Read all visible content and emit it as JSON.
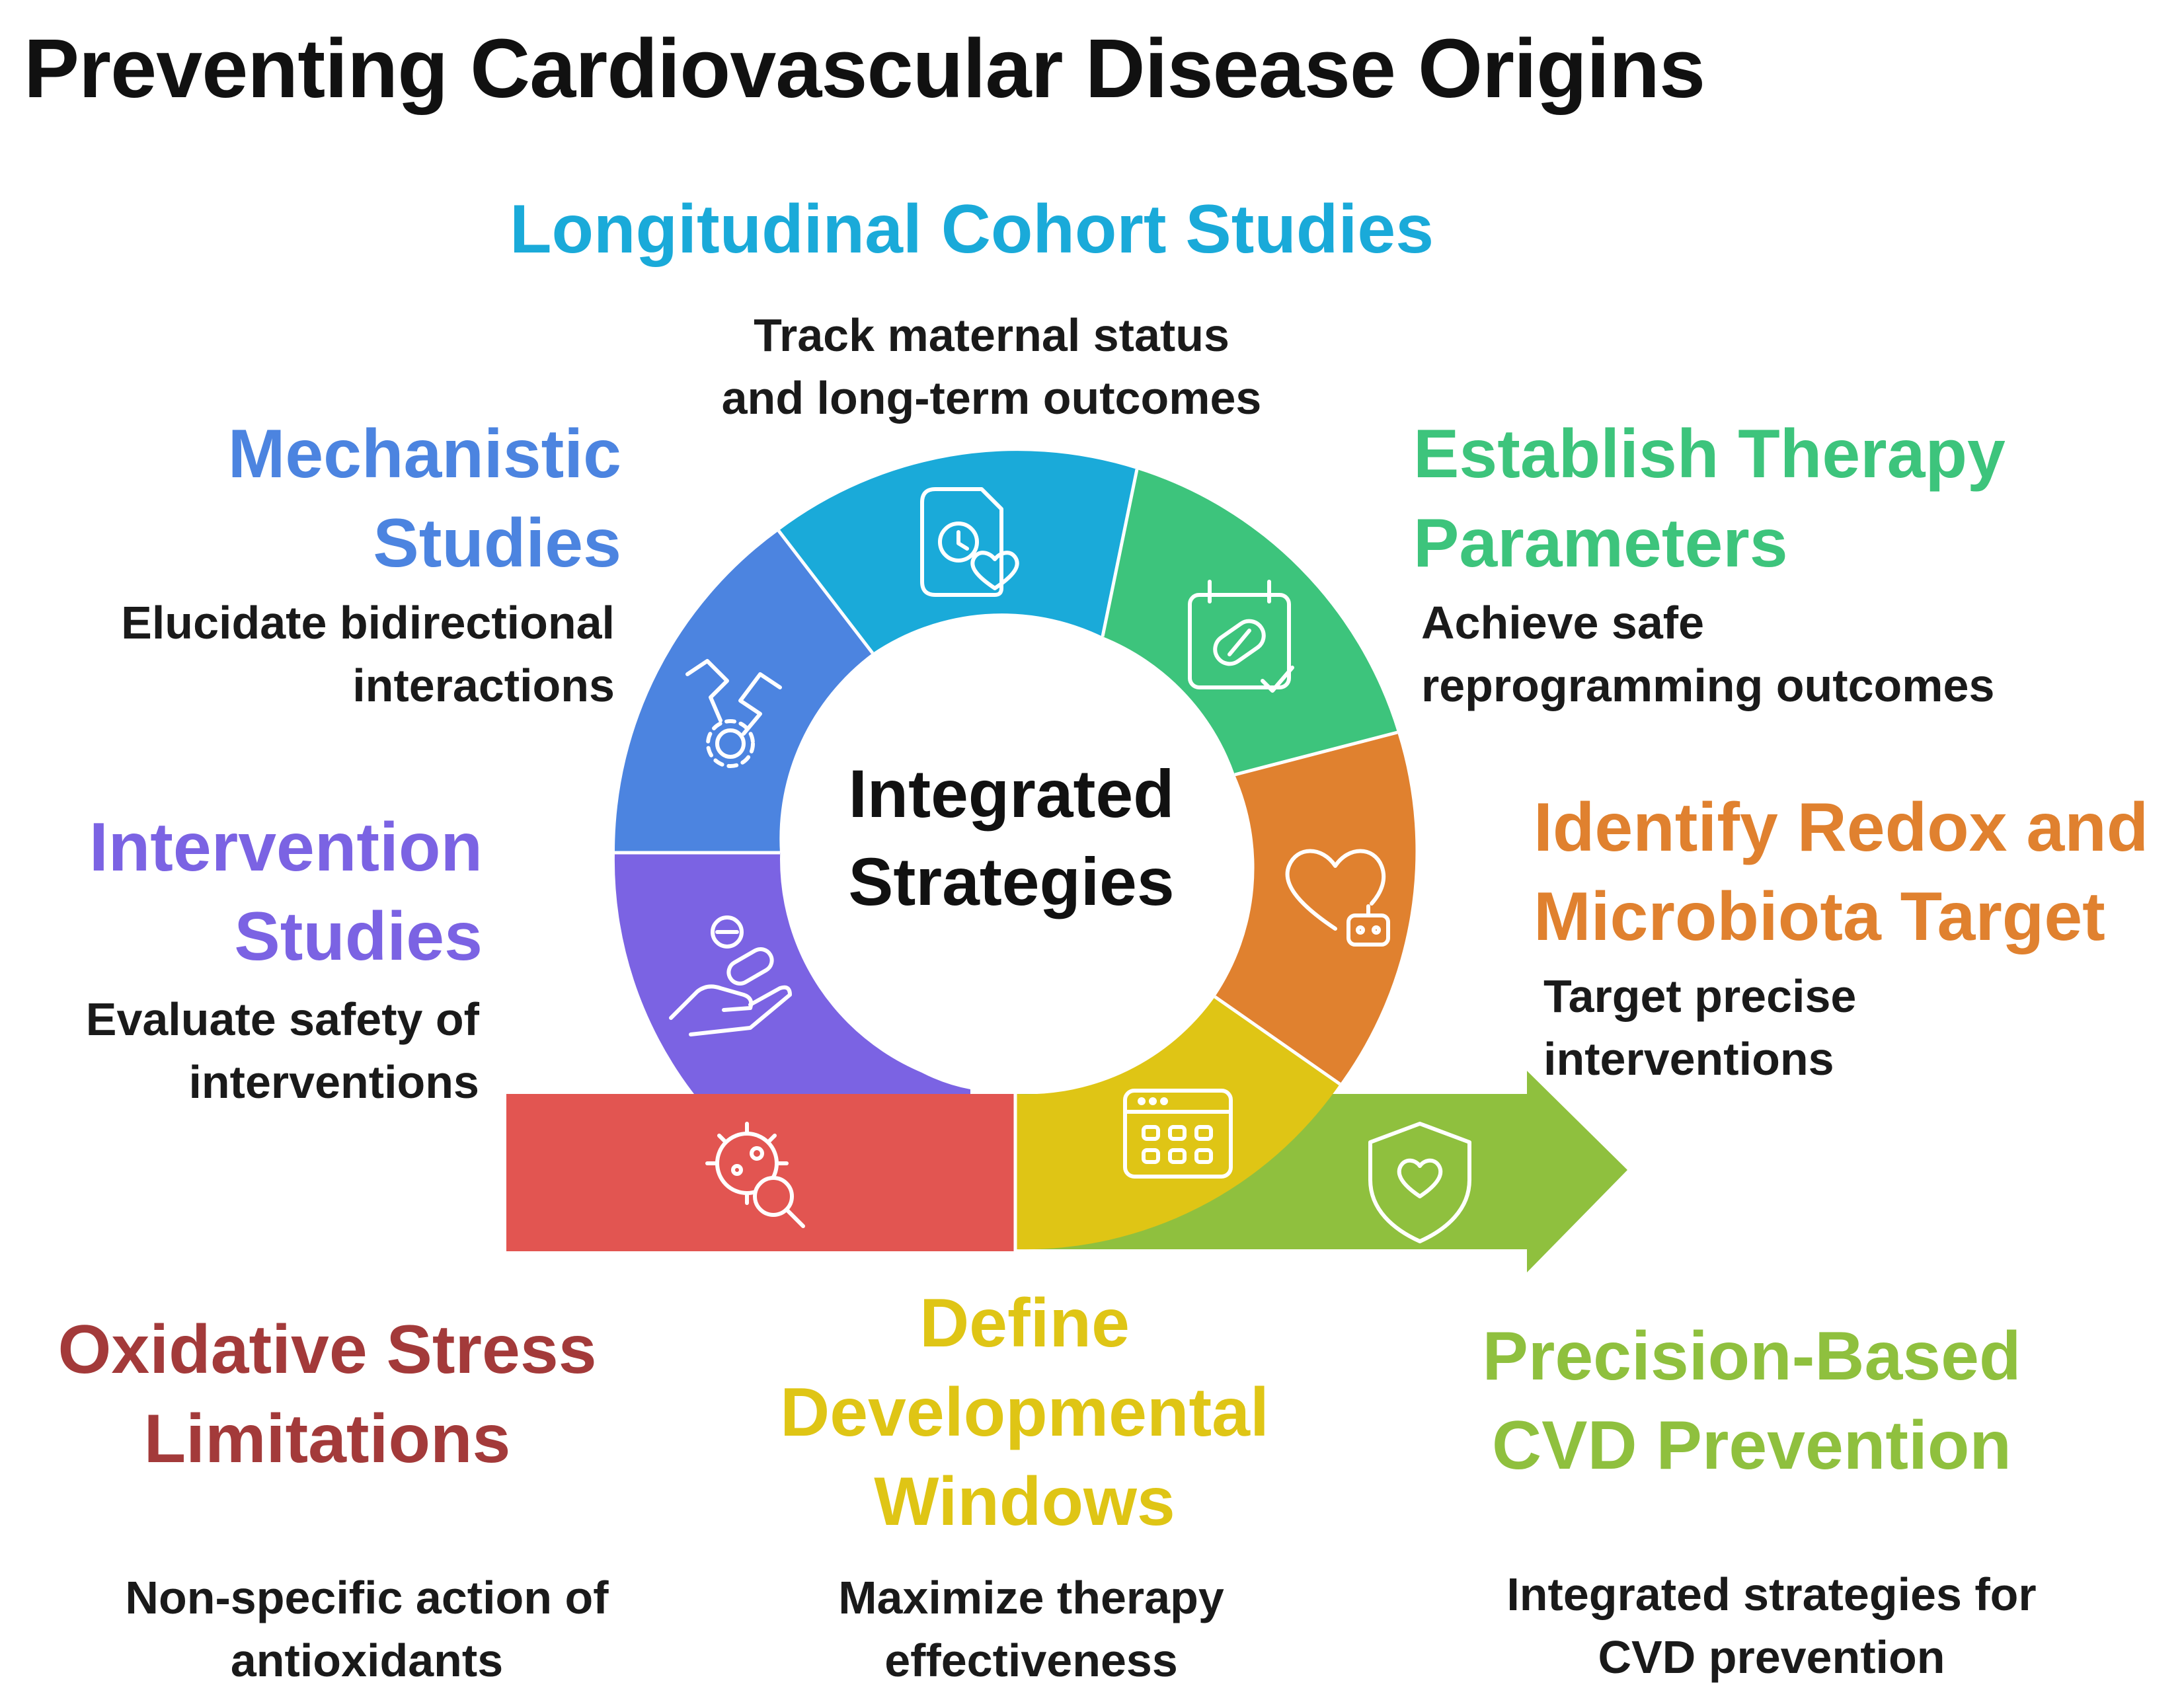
{
  "title": "Preventing Cardiovascular Disease Origins",
  "center_label": "Integrated Strategies",
  "colors": {
    "cohort": "#1aaad9",
    "mechanistic": "#4c84e0",
    "therapy": "#3dc47c",
    "redox": "#e0812f",
    "intervention": "#7b63e3",
    "oxidative_band": "#e25551",
    "oxidative_text": "#a33a3a",
    "windows": "#dfc515",
    "precision": "#8fc03e"
  },
  "sections": {
    "cohort": {
      "heading": "Longitudinal Cohort Studies",
      "desc": "Track maternal status\nand long-term outcomes",
      "icon": "calendar-heart-icon"
    },
    "mechanistic": {
      "heading": "Mechanistic\nStudies",
      "desc": "Elucidate bidirectional\ninteractions",
      "icon": "tools-gear-icon"
    },
    "therapy": {
      "heading": "Establish Therapy\nParameters",
      "desc": "Achieve safe\nreprogramming outcomes",
      "icon": "calendar-pill-icon"
    },
    "redox": {
      "heading": "Identify Redox and\nMicrobiota Target",
      "desc": "Target precise\ninterventions",
      "icon": "heart-robot-icon"
    },
    "intervention": {
      "heading": "Intervention\nStudies",
      "desc": "Evaluate safety of\ninterventions",
      "icon": "hand-pills-icon"
    },
    "oxidative": {
      "heading": "Oxidative Stress\nLimitations",
      "desc": "Non-specific action of\nantioxidants",
      "icon": "bacteria-search-icon"
    },
    "windows": {
      "heading": "Define\nDevelopmental\nWindows",
      "desc": "Maximize therapy\neffectiveness",
      "icon": "calendar-grid-icon"
    },
    "precision": {
      "heading": "Precision-Based\nCVD Prevention",
      "desc": "Integrated strategies for\nCVD prevention",
      "icon": "shield-heart-icon"
    }
  }
}
